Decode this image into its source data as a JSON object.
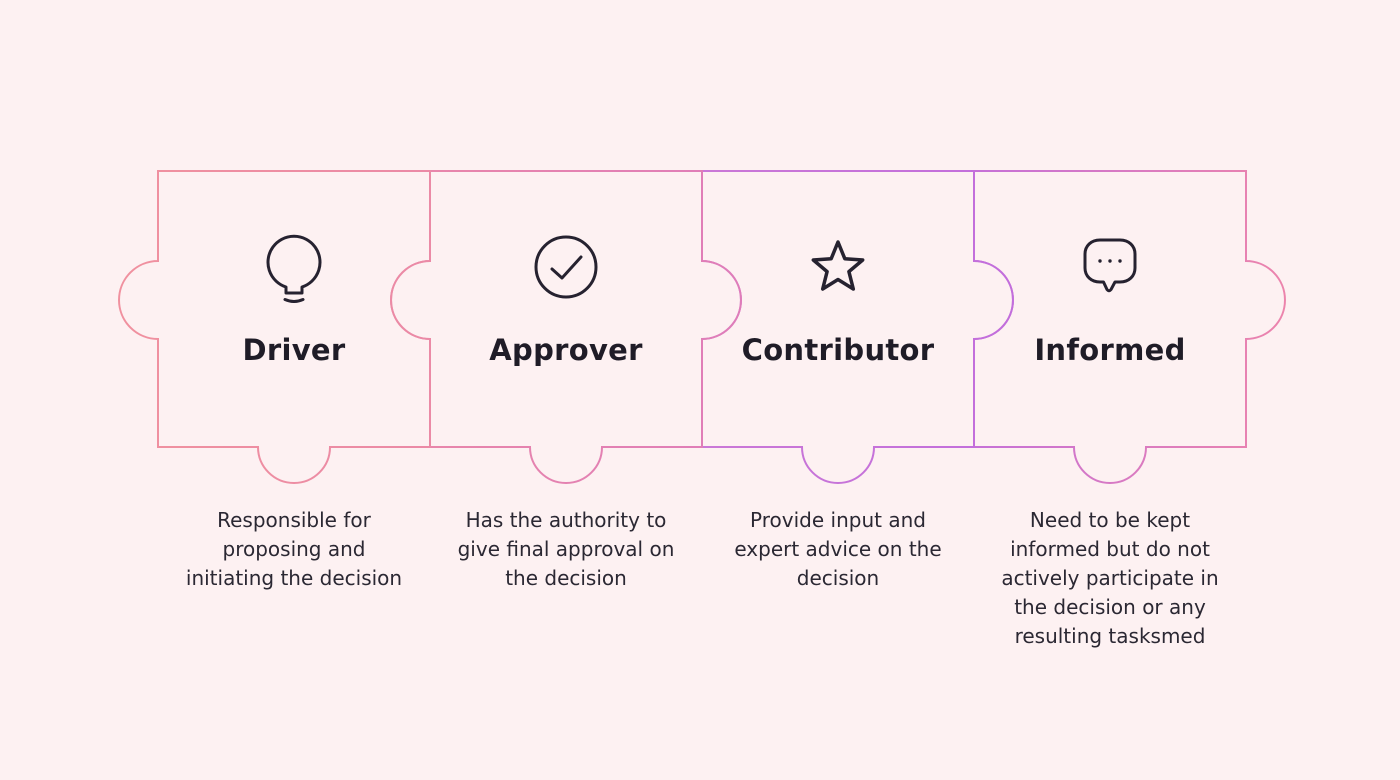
{
  "background_color": "#fdf1f2",
  "title_color": "#1f1c27",
  "description_color": "#2b2833",
  "icon_stroke_color": "#262230",
  "gradient": {
    "p1": [
      "#f0919f",
      "#ea89a7"
    ],
    "p2": [
      "#e987a9",
      "#df7db9"
    ],
    "p3": [
      "#cb79d6",
      "#c26edc"
    ],
    "p4": [
      "#c16edd",
      "#ec84ac"
    ]
  },
  "pieces": [
    {
      "title": "Driver",
      "icon": "lightbulb-icon",
      "description": "Responsible for\nproposing and\ninitiating the decision"
    },
    {
      "title": "Approver",
      "icon": "check-circle-icon",
      "description": "Has the authority to\ngive final approval on\nthe decision"
    },
    {
      "title": "Contributor",
      "icon": "star-icon",
      "description": "Provide input and\nexpert advice on the\ndecision"
    },
    {
      "title": "Informed",
      "icon": "speech-bubble-icon",
      "description": "Need to be kept\ninformed but do not\nactively participate in\nthe decision or any\nresulting tasksmed"
    }
  ]
}
